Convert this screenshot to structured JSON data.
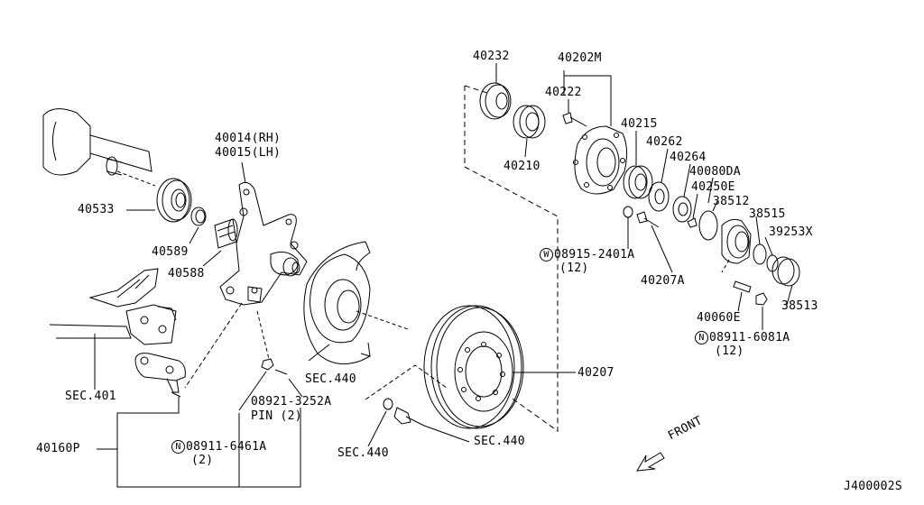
{
  "parts": {
    "p40014": "40014(RH)",
    "p40015": "40015(LH)",
    "p40533": "40533",
    "p40589": "40589",
    "p40588": "40588",
    "p40160P": "40160P",
    "sec401": "SEC.401",
    "p08921": "08921-3252A",
    "pin": "PIN (2)",
    "n08911_6461": "08911-6461A",
    "n08911_6461_qty": "(2)",
    "sec440_a": "SEC.440",
    "sec440_b": "SEC.440",
    "sec440_c": "SEC.440",
    "p40207": "40207",
    "p40232": "40232",
    "p40202M": "40202M",
    "p40222": "40222",
    "p40210": "40210",
    "p40215": "40215",
    "p40262": "40262",
    "p40264": "40264",
    "p40080DA": "40080DA",
    "p40250E": "40250E",
    "p38512": "38512",
    "p38515": "38515",
    "p39253X": "39253X",
    "p38513": "38513",
    "w08915": "08915-2401A",
    "w08915_qty": "(12)",
    "p40207A": "40207A",
    "p40060E": "40060E",
    "n08911_6081": "08911-6081A",
    "n08911_6081_qty": "(12)",
    "front": "FRONT",
    "code": "J400002S"
  },
  "markers": {
    "n": "N",
    "w": "W"
  }
}
